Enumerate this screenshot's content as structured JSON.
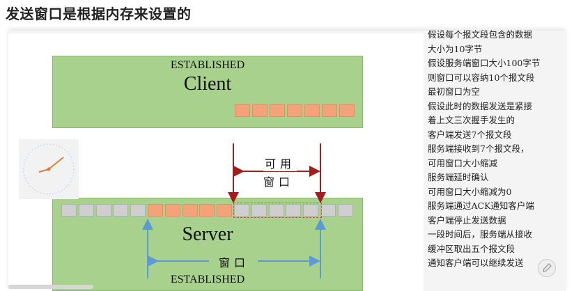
{
  "title": "发送窗口是根据内存来设置的",
  "client": {
    "state": "ESTABLISHED",
    "name": "Client",
    "segments": 7
  },
  "server": {
    "state": "ESTABLISHED",
    "name": "Server",
    "segments": [
      "gray",
      "gray",
      "gray",
      "gray",
      "gray",
      "orange",
      "orange",
      "orange",
      "orange",
      "orange",
      "gray",
      "gray",
      "gray",
      "gray",
      "gray",
      "gray",
      "gray"
    ]
  },
  "labels": {
    "available_window_line1": "可用",
    "available_window_line2": "窗口",
    "window": "窗口"
  },
  "notes": [
    "假设每个报文段包含的数据",
    "大小为10字节",
    "假设服务端窗口大小100字节",
    "则窗口可以容纳10个报文段",
    "最初窗口为空",
    "假设此时的数据发送是紧接",
    "着上文三次握手发生的",
    "客户端发送7个报文段",
    "服务端接收到7个报文段，",
    "可用窗口大小缩减",
    "服务端延时确认",
    "可用窗口大小缩减为0",
    "服务端通过ACK通知客户端",
    "客户端停止发送数据",
    "一段时间后，服务端从接收",
    "缓冲区取出五个报文段",
    "通知客户端可以继续发送"
  ],
  "colors": {
    "box_green": "#a9d18e",
    "segment_orange": "#f4a27a",
    "segment_gray": "#cfcfcf",
    "arrow_dark_red": "#a01e1e",
    "arrow_blue": "#5b9bd5",
    "clock_hand": "#e07b39"
  },
  "icons": {
    "clock": "clock-icon",
    "edit": "pencil-icon"
  }
}
